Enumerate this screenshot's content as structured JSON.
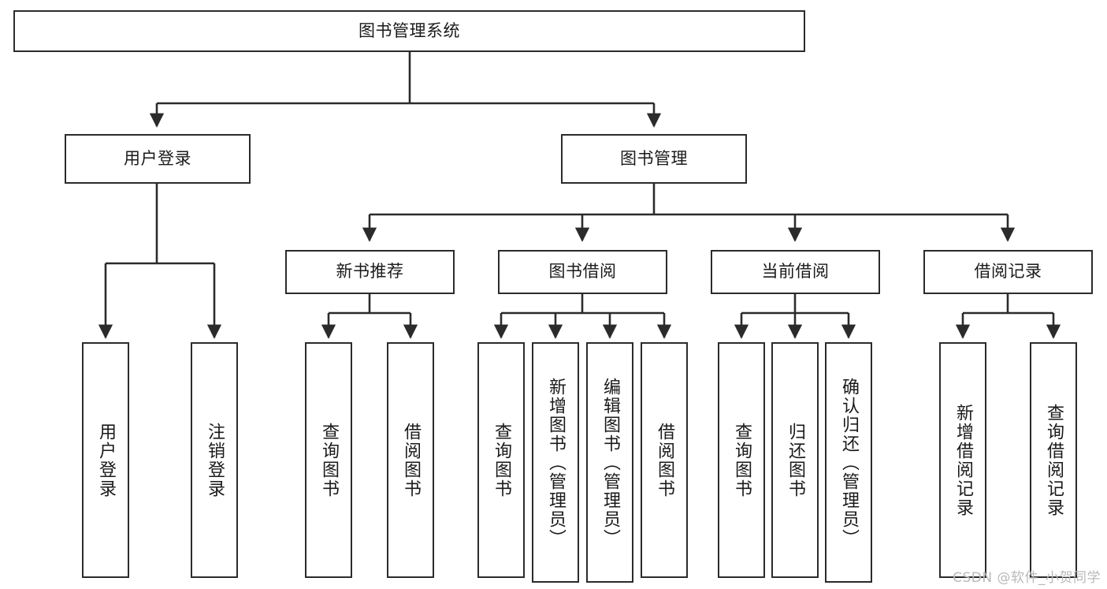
{
  "diagram": {
    "type": "tree",
    "title": "图书管理系统",
    "root": {
      "id": "root",
      "label": "图书管理系统",
      "orientation": "horizontal"
    },
    "level2": [
      {
        "id": "user-login",
        "label": "用户登录",
        "orientation": "horizontal"
      },
      {
        "id": "book-manage",
        "label": "图书管理",
        "orientation": "horizontal"
      }
    ],
    "level3": [
      {
        "id": "new-book-recommend",
        "label": "新书推荐",
        "orientation": "horizontal",
        "parent": "book-manage"
      },
      {
        "id": "book-borrow",
        "label": "图书借阅",
        "orientation": "horizontal",
        "parent": "book-manage"
      },
      {
        "id": "current-borrow",
        "label": "当前借阅",
        "orientation": "horizontal",
        "parent": "book-manage"
      },
      {
        "id": "borrow-record",
        "label": "借阅记录",
        "orientation": "horizontal",
        "parent": "book-manage"
      }
    ],
    "leaves": [
      {
        "id": "leaf-user-login",
        "label": "用户登录",
        "parent": "user-login"
      },
      {
        "id": "leaf-logout-login",
        "label": "注销登录",
        "parent": "user-login"
      },
      {
        "id": "leaf-query-book-1",
        "label": "查询图书",
        "parent": "new-book-recommend"
      },
      {
        "id": "leaf-borrow-book-1",
        "label": "借阅图书",
        "parent": "new-book-recommend"
      },
      {
        "id": "leaf-query-book-2",
        "label": "查询图书",
        "parent": "book-borrow"
      },
      {
        "id": "leaf-add-book",
        "label": "新增图书（管理员）",
        "parent": "book-borrow"
      },
      {
        "id": "leaf-edit-book",
        "label": "编辑图书（管理员）",
        "parent": "book-borrow"
      },
      {
        "id": "leaf-borrow-book-2",
        "label": "借阅图书",
        "parent": "book-borrow"
      },
      {
        "id": "leaf-query-book-3",
        "label": "查询图书",
        "parent": "current-borrow"
      },
      {
        "id": "leaf-return-book",
        "label": "归还图书",
        "parent": "current-borrow"
      },
      {
        "id": "leaf-confirm-return",
        "label": "确认归还（管理员）",
        "parent": "current-borrow"
      },
      {
        "id": "leaf-add-record",
        "label": "新增借阅记录",
        "parent": "borrow-record"
      },
      {
        "id": "leaf-query-record",
        "label": "查询借阅记录",
        "parent": "borrow-record"
      }
    ],
    "colors": {
      "stroke": "#2b2b2b",
      "fill": "#ffffff",
      "text": "#1a1a1a",
      "watermark": "#b9b9b9"
    }
  },
  "watermark": {
    "text": "CSDN @软件_小贺同学"
  }
}
